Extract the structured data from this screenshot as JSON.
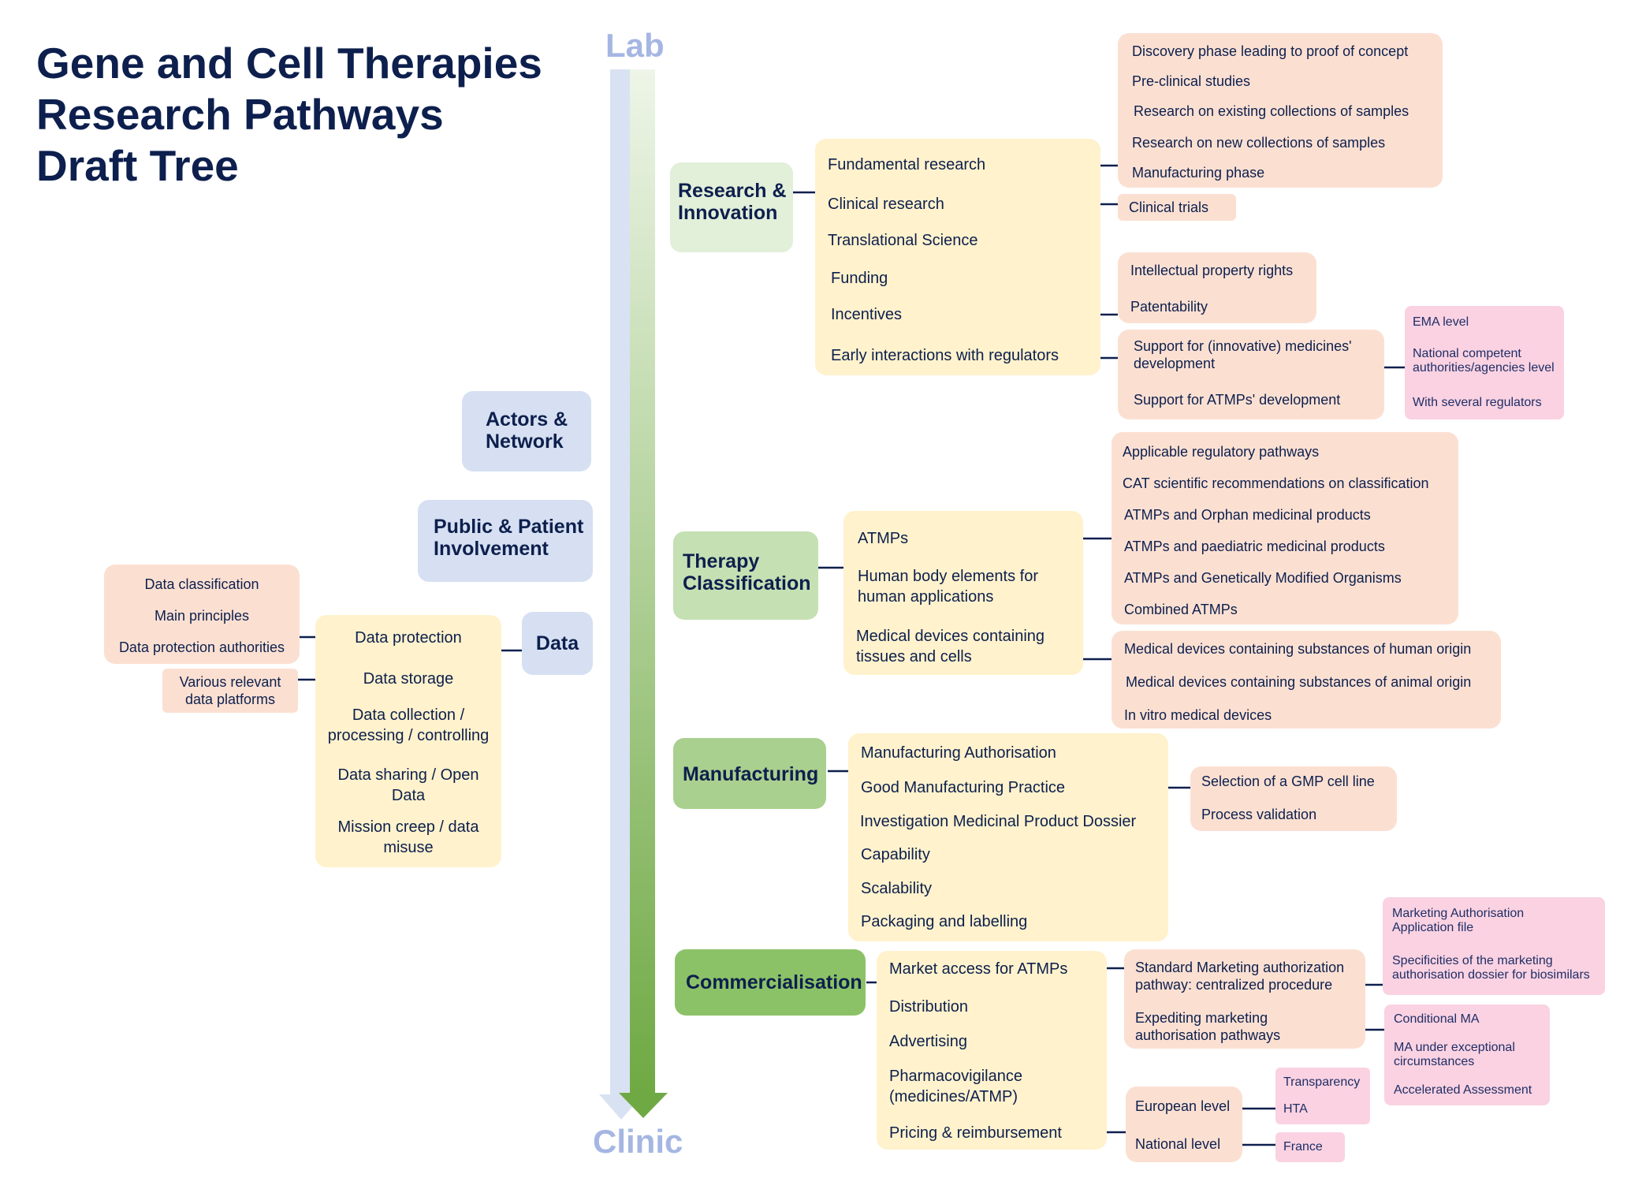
{
  "title": [
    "Gene and Cell Therapies",
    "Research Pathways",
    "Draft Tree"
  ],
  "axis": {
    "top": "Lab",
    "bottom": "Clinic"
  },
  "left": {
    "actors": "Actors & Network",
    "ppi": "Public & Patient Involvement",
    "data": "Data",
    "data_items": [
      "Data protection",
      "Data storage",
      "Data collection / processing / controlling",
      "Data sharing / Open Data",
      "Mission creep / data misuse"
    ],
    "data_protection_items": [
      "Data classification",
      "Main principles",
      "Data protection authorities"
    ],
    "data_storage_items": [
      "Various relevant data platforms"
    ]
  },
  "research": {
    "label": "Research & Innovation",
    "items": [
      "Fundamental research",
      "Clinical research",
      "Translational Science",
      "Funding",
      "Incentives",
      "Early interactions with regulators"
    ],
    "fundamental": [
      "Discovery phase leading to proof of concept",
      "Pre-clinical studies",
      "Research on existing collections of samples",
      "Research on new collections of samples",
      "Manufacturing phase"
    ],
    "clinical": [
      "Clinical trials"
    ],
    "incentives": [
      "Intellectual property rights",
      "Patentability"
    ],
    "regulators": [
      "Support for (innovative) medicines' development",
      "Support for ATMPs' development"
    ],
    "support_levels": [
      "EMA level",
      "National competent authorities/agencies level",
      "With several regulators"
    ]
  },
  "therapy": {
    "label": "Therapy Classification",
    "items": [
      "ATMPs",
      "Human body elements for human applications",
      "Medical devices containing tissues and cells"
    ],
    "atmps": [
      "Applicable regulatory pathways",
      "CAT scientific recommendations on classification",
      "ATMPs and Orphan medicinal products",
      "ATMPs and paediatric medicinal products",
      "ATMPs and Genetically Modified Organisms",
      "Combined ATMPs"
    ],
    "devices": [
      "Medical devices containing substances of human origin",
      "Medical devices containing substances of animal origin",
      "In vitro medical devices"
    ]
  },
  "manufacturing": {
    "label": "Manufacturing",
    "items": [
      "Manufacturing Authorisation",
      "Good Manufacturing Practice",
      "Investigation Medicinal Product Dossier",
      "Capability",
      "Scalability",
      "Packaging and labelling"
    ],
    "gmp": [
      "Selection of a GMP cell line",
      "Process validation"
    ]
  },
  "commercialisation": {
    "label": "Commercialisation",
    "items": [
      "Market access for ATMPs",
      "Distribution",
      "Advertising",
      "Pharmacovigilance (medicines/ATMP)",
      "Pricing & reimbursement"
    ],
    "market_access": [
      "Standard Marketing authorization pathway: centralized procedure",
      "Expediting marketing authorisation pathways"
    ],
    "standard": [
      "Marketing Authorisation Application file",
      "Specificities of the marketing authorisation dossier for biosimilars"
    ],
    "expediting": [
      "Conditional MA",
      "MA under exceptional circumstances",
      "Accelerated Assessment"
    ],
    "pricing": [
      "European level",
      "National level"
    ],
    "european": [
      "Transparency",
      "HTA"
    ],
    "national": [
      "France"
    ]
  },
  "colors": {
    "navy": "#0d1f4d",
    "peach": "#fbe0d2",
    "yellow": "#fff2cc",
    "pink": "#fad2e2",
    "blue": "#d6e0f2",
    "green": "#70ad47",
    "axis_label": "#a5b6e3"
  }
}
